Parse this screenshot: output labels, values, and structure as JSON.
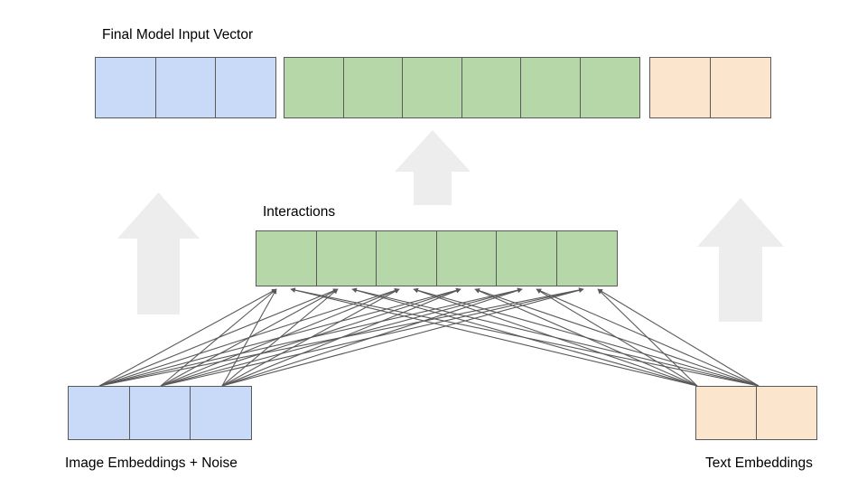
{
  "diagram": {
    "title_top": "Final Model Input Vector",
    "title_mid": "Interactions",
    "label_bottom_left": "Image Embeddings + Noise",
    "label_bottom_right": "Text Embeddings",
    "colors": {
      "image_blue": "#c9daf8",
      "interaction_green": "#b6d7a8",
      "text_orange": "#fce5cd",
      "cell_border": "#595959",
      "big_arrow": "#ededed",
      "connector_line": "#595959",
      "background": "#ffffff",
      "text": "#000000"
    },
    "rows": {
      "final_vector": {
        "name": "Final Model Input Vector",
        "groups": [
          {
            "name": "image-segment",
            "color_key": "image_blue",
            "cells": 3
          },
          {
            "name": "interactions-segment",
            "color_key": "interaction_green",
            "cells": 6
          },
          {
            "name": "text-segment",
            "color_key": "text_orange",
            "cells": 2
          }
        ],
        "total_cells": 11
      },
      "interactions": {
        "name": "Interactions",
        "color_key": "interaction_green",
        "cells": 6
      },
      "image_embeddings": {
        "name": "Image Embeddings + Noise",
        "color_key": "image_blue",
        "cells": 3
      },
      "text_embeddings": {
        "name": "Text Embeddings",
        "color_key": "text_orange",
        "cells": 2
      }
    },
    "flow_arrows": [
      {
        "name": "image-to-final-arrow",
        "direction": "up"
      },
      {
        "name": "interactions-to-final-arrow",
        "direction": "up"
      },
      {
        "name": "text-to-final-arrow",
        "direction": "up"
      }
    ],
    "connectors": {
      "description": "Each of the 6 interaction cells receives one arrow from the image embeddings block and one from the text embeddings block",
      "arrows_per_interaction_cell": 2,
      "source_left_cells": 3,
      "source_right_cells": 2,
      "target_cells": 6
    }
  }
}
